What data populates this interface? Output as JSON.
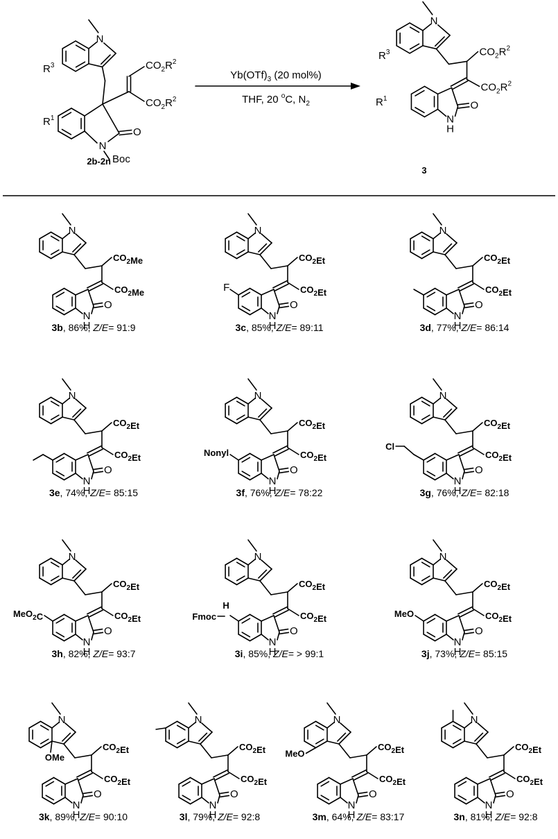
{
  "scheme": {
    "reactant_label": "2b-2n",
    "product_label": "3",
    "reagent_line": "Yb(OTf)3  (20 mol%)",
    "conditions_line": "THF, 20 oC, N2",
    "reactant_groups": {
      "r3": "R3",
      "r1": "R1",
      "ester_top": "CO2R2",
      "ester_bottom": "CO2R2",
      "protecting_group": "Boc",
      "n_indole": "N",
      "n_lactam": "N",
      "o": "O"
    },
    "product_groups": {
      "r3": "R3",
      "r1": "R1",
      "ester_top": "CO2R2",
      "ester_bottom": "CO2R2",
      "n_indole": "N",
      "nh": "NH",
      "o": "O"
    }
  },
  "compounds": [
    {
      "id": "3b",
      "yield": "86%",
      "zE": "91:9",
      "sub": "",
      "ester": "Me"
    },
    {
      "id": "3c",
      "yield": "85%",
      "zE": "89:11",
      "sub": "F",
      "ester": "Et"
    },
    {
      "id": "3d",
      "yield": "77%",
      "zE": "86:14",
      "sub": "Me5",
      "ester": "Et"
    },
    {
      "id": "3e",
      "yield": "74%",
      "zE": "85:15",
      "sub": "Et5",
      "ester": "Et"
    },
    {
      "id": "3f",
      "yield": "76%",
      "zE": "78:22",
      "sub": "Nonyl",
      "ester": "Et"
    },
    {
      "id": "3g",
      "yield": "76%",
      "zE": "82:18",
      "sub": "Cl",
      "ester": "Et"
    },
    {
      "id": "3h",
      "yield": "82%",
      "zE": "93:7",
      "sub": "MeO2C",
      "ester": "Et"
    },
    {
      "id": "3i",
      "yield": "85%",
      "zE": "> 99:1",
      "sub": "Fmoc",
      "ester": "Et"
    },
    {
      "id": "3j",
      "yield": "73%",
      "zE": "85:15",
      "sub": "MeO",
      "ester": "Et"
    },
    {
      "id": "3k",
      "yield": "89%",
      "zE": "90:10",
      "sub": "OMe4",
      "ester": "Et"
    },
    {
      "id": "3l",
      "yield": "79%",
      "zE": "92:8",
      "sub": "Me6",
      "ester": "Et"
    },
    {
      "id": "3m",
      "yield": "64%",
      "zE": "83:17",
      "sub": "MeO5",
      "ester": "Et"
    },
    {
      "id": "3n",
      "yield": "81%",
      "zE": "92:8",
      "sub": "Me7",
      "ester": "Et"
    }
  ],
  "labels": {
    "n": "N",
    "nh_n": "N",
    "nh_h": "H",
    "o": "O",
    "z_e": "Z/E",
    "f": "F",
    "nonyl": "Nonyl",
    "cl": "Cl",
    "meo2c": "MeO2C",
    "fmoc": "Fmoc",
    "h": "H",
    "meo": "MeO",
    "ome": "OMe"
  }
}
